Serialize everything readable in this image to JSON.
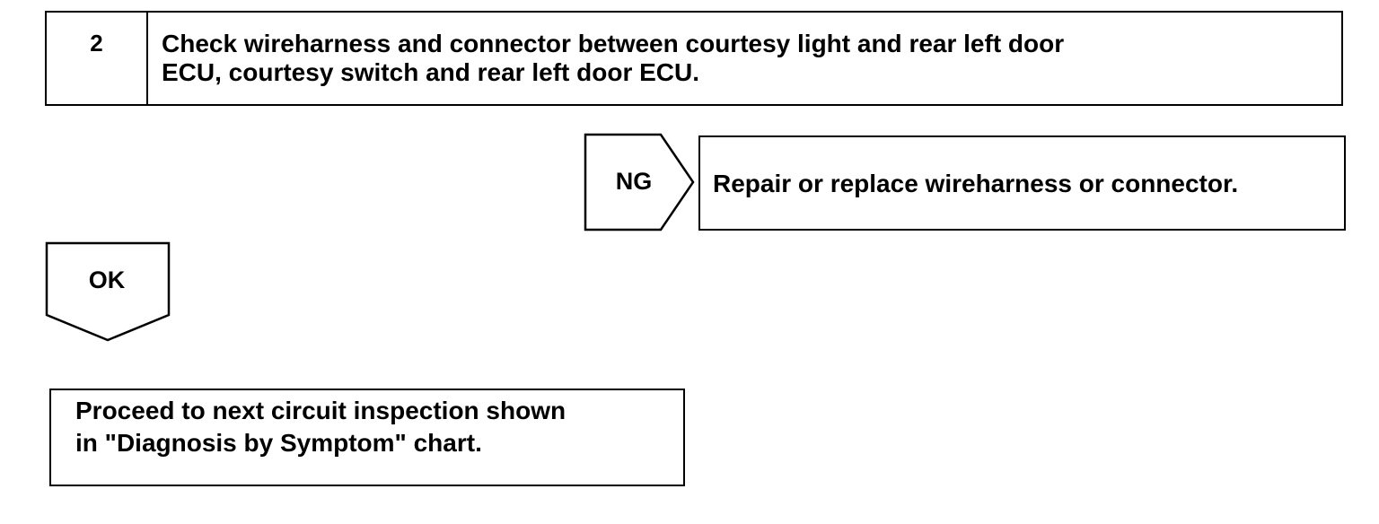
{
  "step": {
    "number": "2",
    "text_lines": [
      "Check wireharness and connector between courtesy light and rear left door",
      "ECU, courtesy switch and rear left door ECU."
    ]
  },
  "ng_branch": {
    "label": "NG",
    "result": "Repair or replace wireharness or connector."
  },
  "ok_branch": {
    "label": "OK"
  },
  "proceed": {
    "text_lines": [
      "Proceed to next circuit inspection shown",
      "in \"Diagnosis by Symptom\" chart."
    ]
  }
}
